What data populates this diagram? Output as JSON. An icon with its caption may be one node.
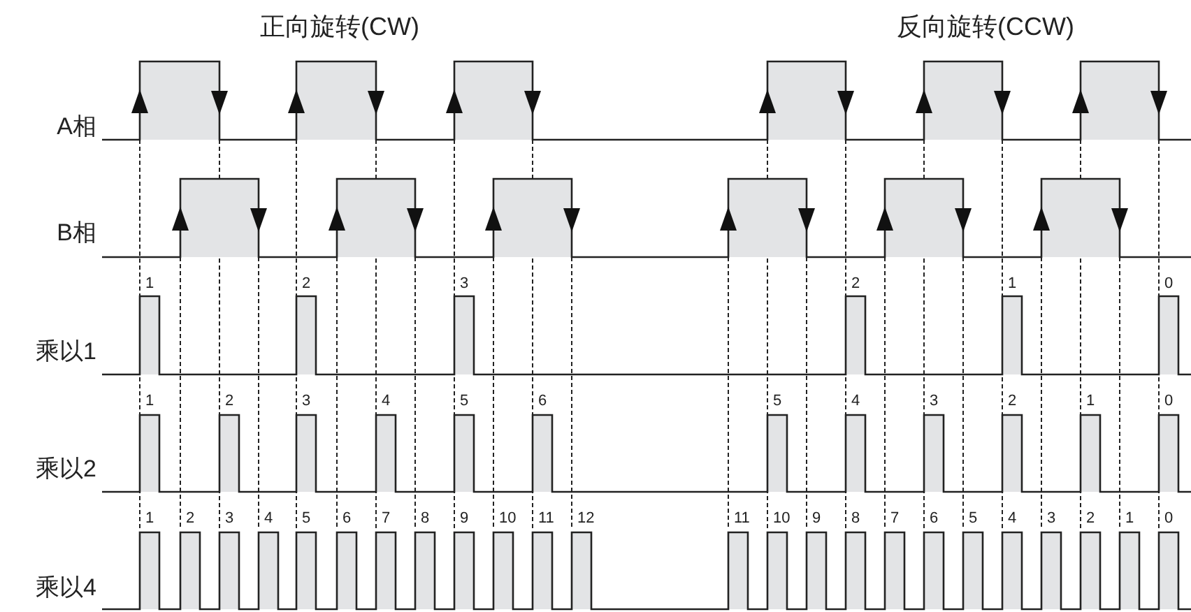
{
  "diagram": {
    "labels": [
      "正向旋转(CW)",
      "反向旋转(CCW)",
      "A相",
      "B相",
      "1",
      "2",
      "3",
      "2",
      "1",
      "0",
      "乘以1",
      "1",
      "2",
      "3",
      "4",
      "5",
      "6",
      "5",
      "4",
      "3",
      "2",
      "1",
      "0",
      "乘以2",
      "1",
      "2",
      "3",
      "4",
      "5",
      "6",
      "7",
      "8",
      "9",
      "10",
      "11",
      "12",
      "11",
      "10",
      "9",
      "8",
      "7",
      "6",
      "5",
      "4",
      "3",
      "2",
      "1",
      "0",
      "乘以4"
    ]
  }
}
